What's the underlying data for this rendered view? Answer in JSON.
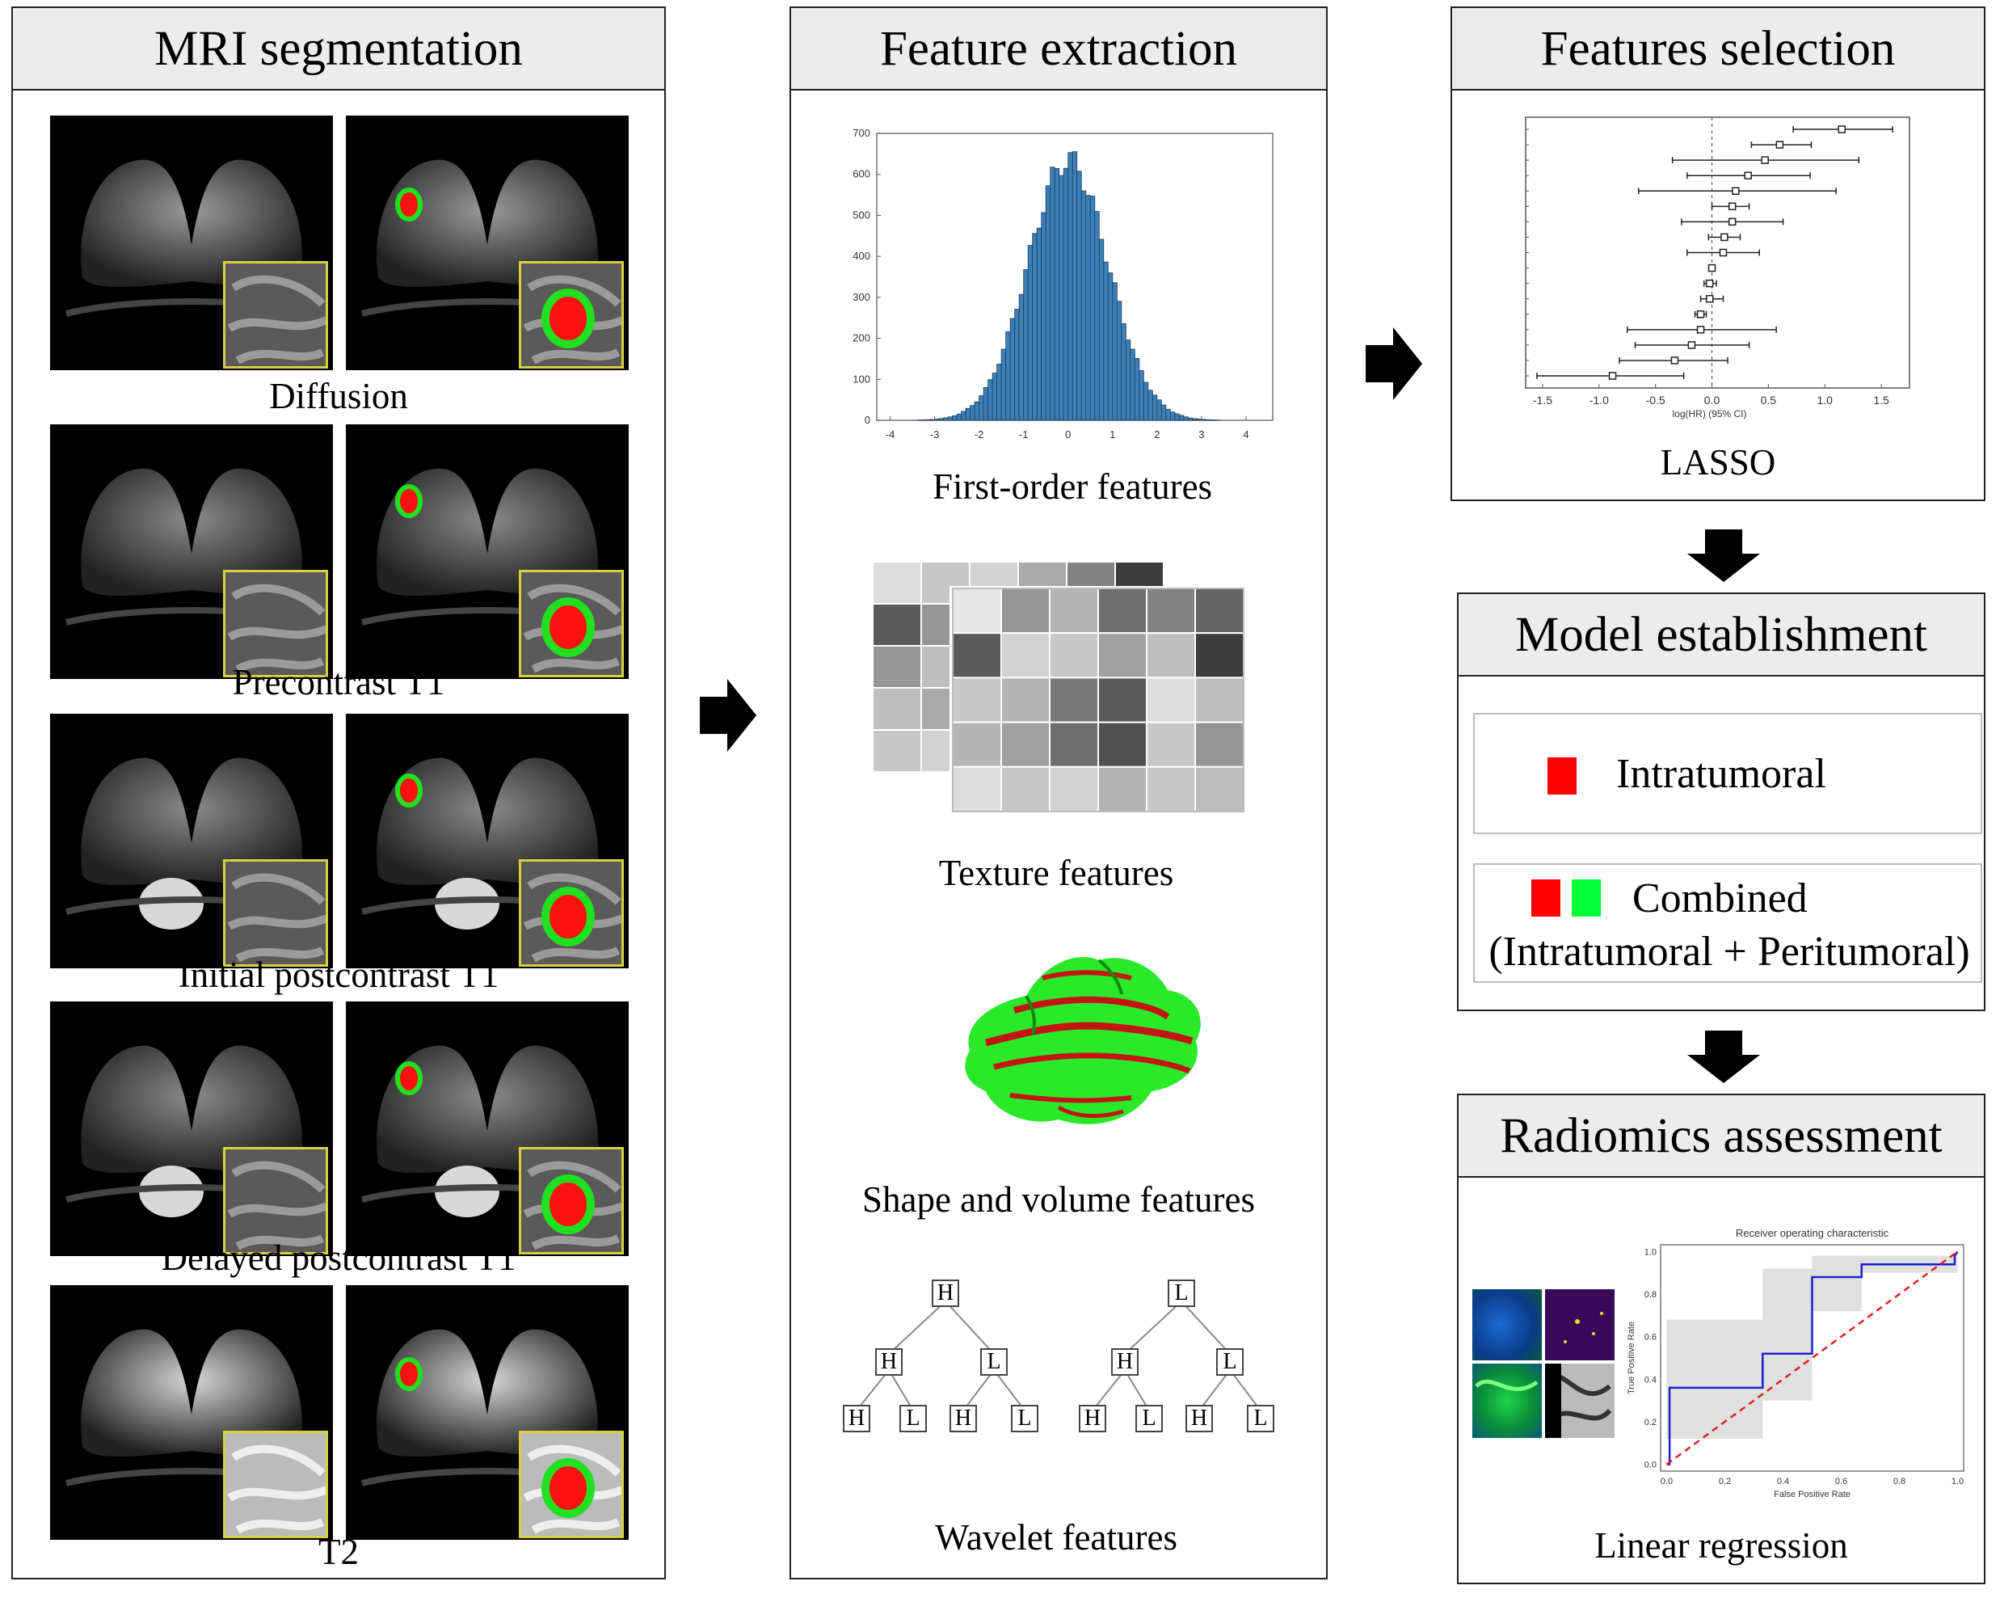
{
  "panels": {
    "mri": {
      "title": "MRI segmentation",
      "rows": [
        {
          "label": "Diffusion"
        },
        {
          "label": "Precontrast T1"
        },
        {
          "label": "Initial postcontrast T1"
        },
        {
          "label": "Delayed postcontrast T1"
        },
        {
          "label": "T2"
        }
      ]
    },
    "feature_extraction": {
      "title": "Feature extraction",
      "first_order_label": "First-order features",
      "texture_label": "Texture features",
      "shape_label": "Shape and volume features",
      "wavelet_label": "Wavelet features",
      "wavelet_trees": [
        {
          "root": "H",
          "children": [
            "H",
            "L"
          ],
          "leaves": [
            "H",
            "L",
            "H",
            "L"
          ]
        },
        {
          "root": "L",
          "children": [
            "H",
            "L"
          ],
          "leaves": [
            "H",
            "L",
            "H",
            "L"
          ]
        }
      ]
    },
    "features_selection": {
      "title": "Features selection",
      "method_label": "LASSO"
    },
    "model": {
      "title": "Model establishment",
      "option1": "Intratumoral",
      "option2": "Combined",
      "option2_sub": "(Intratumoral + Peritumoral)",
      "colors": {
        "intratumoral": "#ff0000",
        "peritumoral": "#00ff33"
      }
    },
    "radiomics": {
      "title": "Radiomics assessment",
      "method_label": "Linear regression"
    }
  },
  "chart_data": [
    {
      "type": "bar",
      "title": "",
      "xlabel": "",
      "ylabel": "",
      "xlim": [
        -4.3,
        4.6
      ],
      "ylim": [
        0,
        700
      ],
      "xticks": [
        "-4",
        "-3",
        "-2",
        "-1",
        "0",
        "1",
        "2",
        "3",
        "4"
      ],
      "yticks": [
        "0",
        "100",
        "200",
        "300",
        "400",
        "500",
        "600",
        "700"
      ],
      "distribution": "normal",
      "mean": 0,
      "std": 0.9,
      "peak": 635,
      "color": "#3b80b8"
    },
    {
      "type": "scatter",
      "title": "",
      "xlabel": "log(HR) (95% CI)",
      "ylabel": "",
      "xlim": [
        -1.65,
        1.75
      ],
      "xticks": [
        "-1.5",
        "-1.0",
        "-0.5",
        "0.0",
        "0.5",
        "1.0",
        "1.5"
      ],
      "points": [
        {
          "est": 1.15,
          "lo": 0.72,
          "hi": 1.6
        },
        {
          "est": 0.6,
          "lo": 0.35,
          "hi": 0.88
        },
        {
          "est": 0.47,
          "lo": -0.35,
          "hi": 1.3
        },
        {
          "est": 0.32,
          "lo": -0.22,
          "hi": 0.87
        },
        {
          "est": 0.21,
          "lo": -0.65,
          "hi": 1.1
        },
        {
          "est": 0.18,
          "lo": 0.0,
          "hi": 0.33
        },
        {
          "est": 0.18,
          "lo": -0.27,
          "hi": 0.63
        },
        {
          "est": 0.11,
          "lo": -0.03,
          "hi": 0.25
        },
        {
          "est": 0.1,
          "lo": -0.22,
          "hi": 0.42
        },
        {
          "est": 0.0,
          "lo": -0.02,
          "hi": 0.02
        },
        {
          "est": -0.02,
          "lo": -0.07,
          "hi": 0.04
        },
        {
          "est": -0.02,
          "lo": -0.1,
          "hi": 0.1
        },
        {
          "est": -0.1,
          "lo": -0.15,
          "hi": -0.05
        },
        {
          "est": -0.1,
          "lo": -0.75,
          "hi": 0.57
        },
        {
          "est": -0.18,
          "lo": -0.68,
          "hi": 0.33
        },
        {
          "est": -0.33,
          "lo": -0.82,
          "hi": 0.14
        },
        {
          "est": -0.88,
          "lo": -1.55,
          "hi": -0.25
        }
      ]
    },
    {
      "type": "line",
      "title": "Receiver operating characteristic",
      "xlabel": "False Positive Rate",
      "ylabel": "True Positive Rate",
      "xlim": [
        0,
        1
      ],
      "ylim": [
        0,
        1
      ],
      "xticks": [
        "0.0",
        "0.2",
        "0.4",
        "0.6",
        "0.8",
        "1.0"
      ],
      "yticks": [
        "0.0",
        "0.2",
        "0.4",
        "0.6",
        "0.8",
        "1.0"
      ],
      "series": [
        {
          "x": [
            0,
            0.01,
            0.01,
            0.33,
            0.33,
            0.5,
            0.5,
            0.67,
            0.67,
            0.99,
            0.99,
            1.0
          ],
          "y": [
            0,
            0,
            0.36,
            0.36,
            0.52,
            0.52,
            0.88,
            0.88,
            0.94,
            0.94,
            0.98,
            1.0
          ],
          "color": "#1f1fd0",
          "style": "solid"
        },
        {
          "x": [
            0,
            1
          ],
          "y": [
            0,
            1
          ],
          "color": "#e02020",
          "style": "dashed"
        }
      ]
    }
  ]
}
